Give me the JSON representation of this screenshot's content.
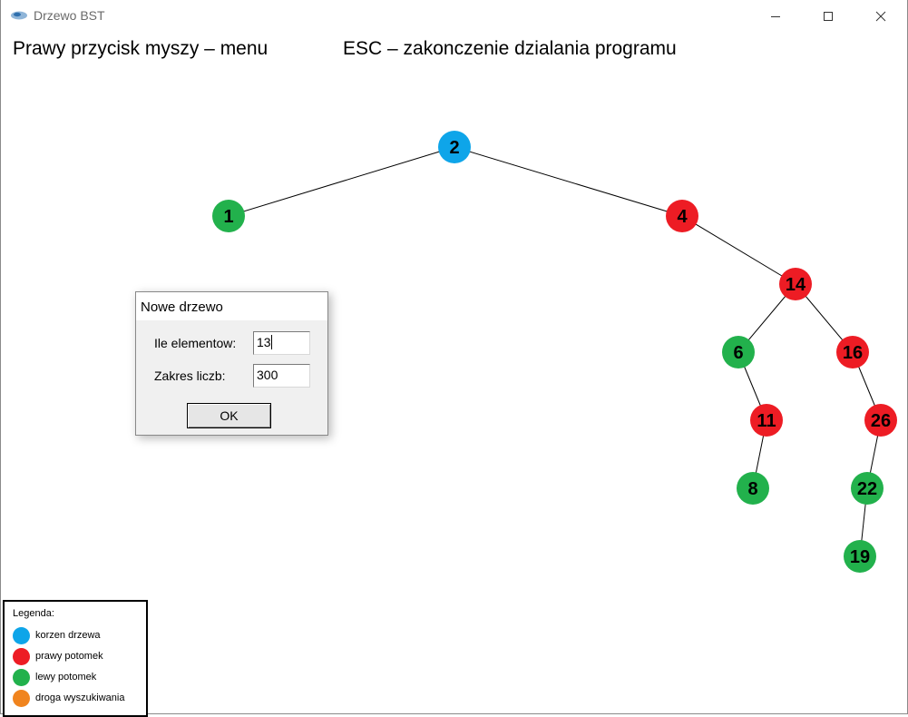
{
  "window": {
    "title": "Drzewo BST"
  },
  "header": {
    "menu_hint": "Prawy przycisk myszy – menu",
    "esc_hint": "ESC – zakonczenie dzialania programu"
  },
  "tree": {
    "nodes": [
      {
        "value": "2",
        "kind": "root"
      },
      {
        "value": "1",
        "kind": "left"
      },
      {
        "value": "4",
        "kind": "right"
      },
      {
        "value": "14",
        "kind": "right"
      },
      {
        "value": "6",
        "kind": "left"
      },
      {
        "value": "16",
        "kind": "right"
      },
      {
        "value": "11",
        "kind": "right"
      },
      {
        "value": "26",
        "kind": "right"
      },
      {
        "value": "8",
        "kind": "left"
      },
      {
        "value": "22",
        "kind": "left"
      },
      {
        "value": "19",
        "kind": "left"
      }
    ],
    "edges": [
      [
        "2",
        "1"
      ],
      [
        "2",
        "4"
      ],
      [
        "4",
        "14"
      ],
      [
        "14",
        "6"
      ],
      [
        "14",
        "16"
      ],
      [
        "6",
        "11"
      ],
      [
        "16",
        "26"
      ],
      [
        "11",
        "8"
      ],
      [
        "26",
        "22"
      ],
      [
        "22",
        "19"
      ]
    ]
  },
  "dialog": {
    "title": "Nowe drzewo",
    "count_label": "Ile elementow:",
    "count_value": "13",
    "range_label": "Zakres liczb:",
    "range_value": "300",
    "ok_label": "OK"
  },
  "legend": {
    "title": "Legenda:",
    "items": [
      {
        "label": "korzen drzewa",
        "color": "#0ea5e9"
      },
      {
        "label": "prawy potomek",
        "color": "#ed1c24"
      },
      {
        "label": "lewy potomek",
        "color": "#22b14c"
      },
      {
        "label": "droga wyszukiwania",
        "color": "#f0841e"
      }
    ]
  },
  "colors": {
    "root": "#0ea5e9",
    "right": "#ed1c24",
    "left": "#22b14c",
    "path": "#f0841e"
  }
}
